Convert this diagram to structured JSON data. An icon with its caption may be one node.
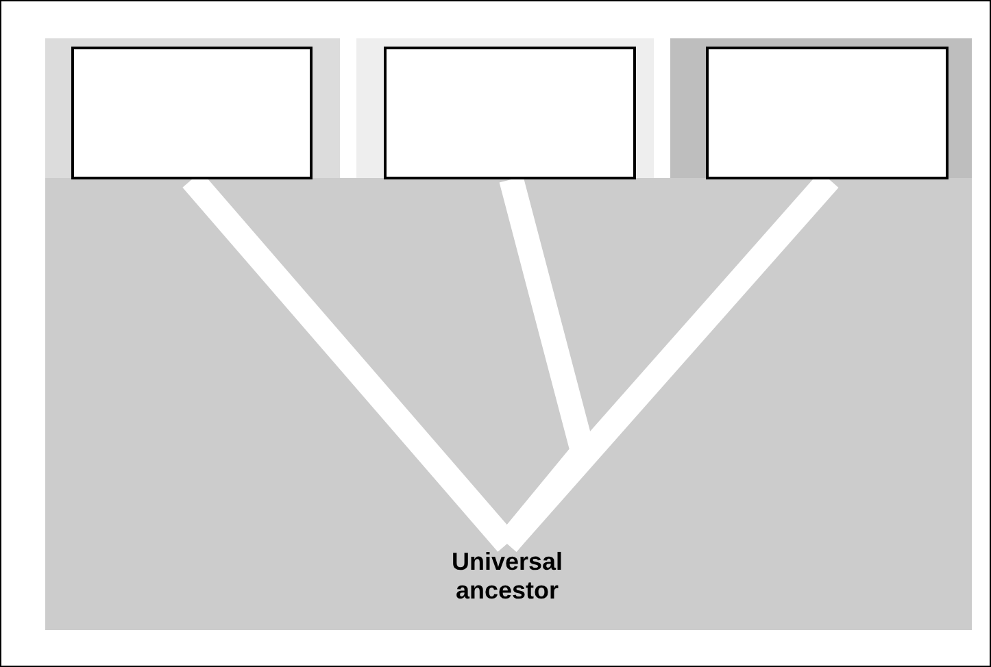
{
  "diagram": {
    "nodes": [
      {
        "text": [],
        "shape": "box"
      },
      {
        "text": [],
        "shape": "box"
      },
      {
        "text": [],
        "shape": "box"
      },
      {
        "text": [
          "Universal ancestor"
        ]
      }
    ],
    "edges": [
      {
        "from": 3,
        "to": 0,
        "arrow": "none"
      },
      {
        "from": 3,
        "to": 1,
        "arrow": "none"
      },
      {
        "from": 3,
        "to": 2,
        "arrow": "none"
      }
    ]
  }
}
